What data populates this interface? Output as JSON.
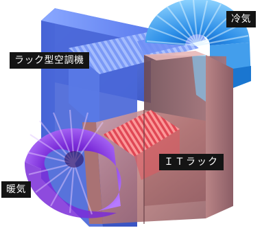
{
  "labels": {
    "cold_air": "冷気",
    "rack_ac": "ラック型空調機",
    "it_rack": "ＩＴラック",
    "warm_air": "暖気"
  },
  "colors": {
    "cold_air": "#3aa8f0",
    "warm_air": "#8a2be2",
    "ac_unit": "#4a6fd6",
    "it_rack": "#c98a8a",
    "it_rack_airflow": "#e8505a",
    "label_bg": "#141414",
    "label_text": "#ffffff"
  }
}
